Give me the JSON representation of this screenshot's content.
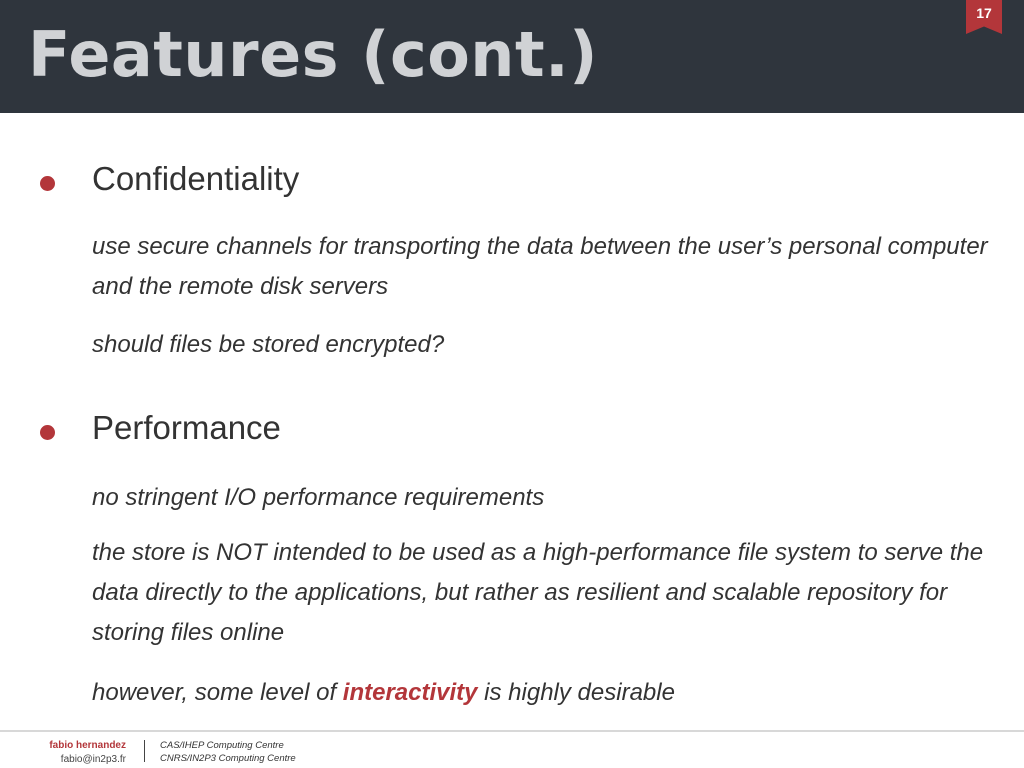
{
  "slide": {
    "title": "Features (cont.)",
    "page_number": "17"
  },
  "sections": [
    {
      "heading": "Confidentiality",
      "paragraphs": [
        "use secure channels for transporting the data between the user’s personal computer and the remote disk servers",
        "should files be stored encrypted?"
      ]
    },
    {
      "heading": "Performance",
      "paragraphs": [
        "no stringent I/O performance requirements",
        "the store is NOT intended to be used as a high-performance file system to serve the data directly to the applications, but rather as resilient and scalable repository for storing files online"
      ],
      "last_paragraph": {
        "before": "however, some level of ",
        "emphasis": "interactivity",
        "after": " is highly desirable"
      }
    }
  ],
  "footer": {
    "author": "fabio hernandez",
    "email": "fabio@in2p3.fr",
    "org_line1": "CAS/IHEP Computing Centre",
    "org_line2": "CNRS/IN2P3 Computing Centre"
  },
  "colors": {
    "header_bg": "#2f353d",
    "accent": "#b3363a",
    "title_text": "#d0d2d5",
    "body_text": "#333333"
  }
}
